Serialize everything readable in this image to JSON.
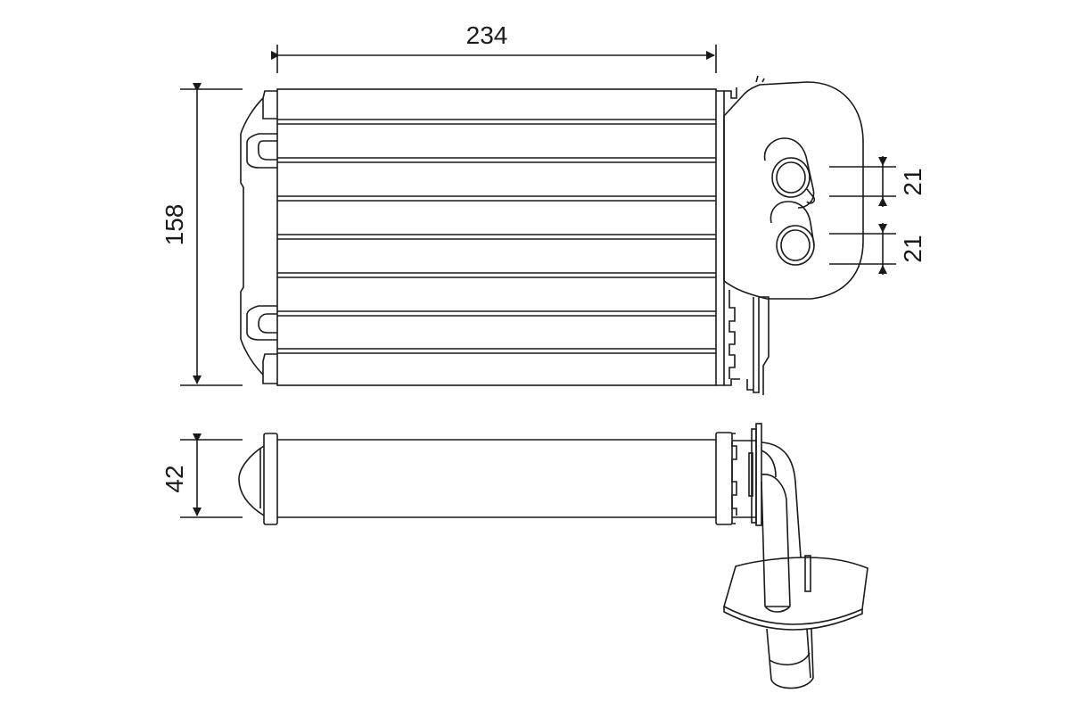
{
  "drawing": {
    "subject": "heater core technical drawing",
    "line_color": "#1a1a1a",
    "background": "#ffffff"
  },
  "dimensions": {
    "width": "234",
    "height": "158",
    "depth": "42",
    "pipe_upper": "21",
    "pipe_lower": "21"
  },
  "views": [
    {
      "name": "front-view",
      "label": ""
    },
    {
      "name": "top-view",
      "label": ""
    }
  ]
}
